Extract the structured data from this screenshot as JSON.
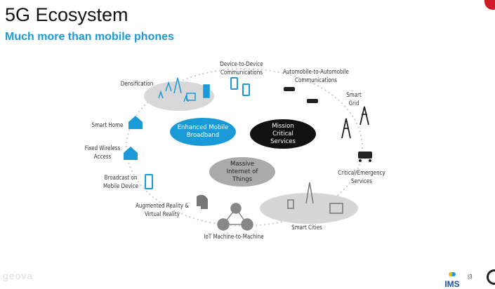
{
  "slide": {
    "title": "5G Ecosystem",
    "subtitle": "Much more than mobile phones",
    "page": "|3",
    "footer_logo": "IMS",
    "watermark": "geova"
  },
  "colors": {
    "accent": "#1a9ad6",
    "black": "#111111",
    "gray": "#c8c8c8"
  },
  "hubs": {
    "embb": "Enhanced Mobile Broadband",
    "mission": "Mission Critical Services",
    "miot": "Massive Internet of Things"
  },
  "labels": {
    "densification": "Densification",
    "d2d": "Device-to-Device Communications",
    "a2a": "Automobile-to-Automobile Communications",
    "grid": "Smart Grid",
    "home": "Smart Home",
    "fwa": "Fixed Wireless Access",
    "broadcast": "Broadcast on Mobile Device",
    "arvr": "Augmented Reality & Virtual Reality",
    "iot": "IoT Machine-to-Machine",
    "cities": "Smart Cities",
    "emergency": "Critical/Emergency Services"
  }
}
